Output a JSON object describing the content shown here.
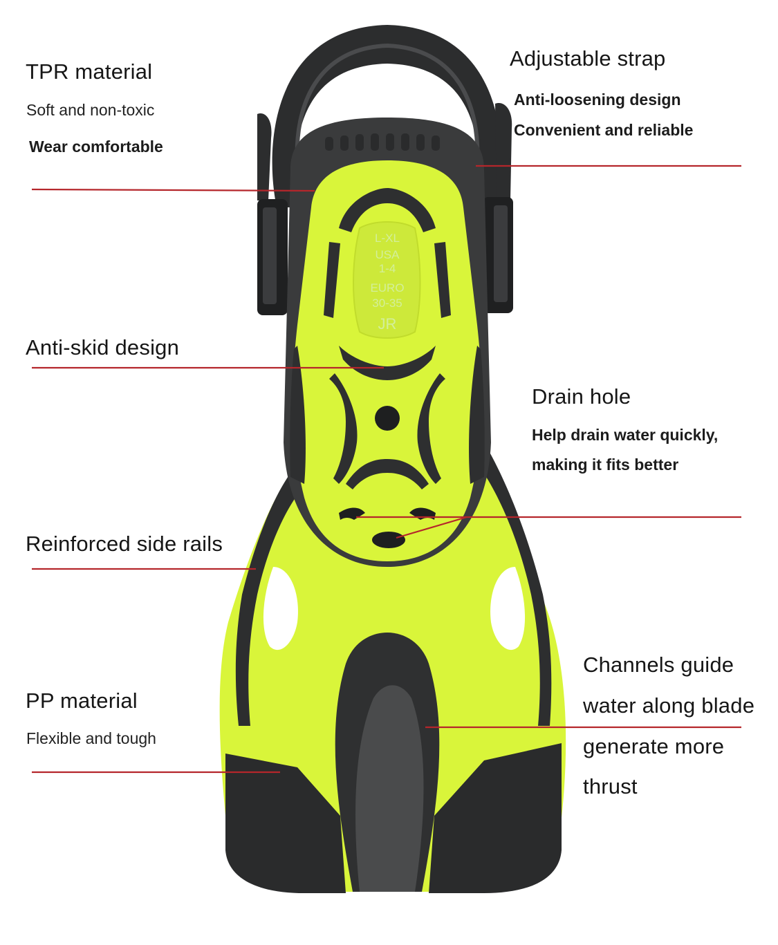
{
  "colors": {
    "fin_yellow": "#d9f53a",
    "fin_yellow_shade": "#c8e62c",
    "rubber_dark": "#3a3b3c",
    "rubber_black": "#222324",
    "leader_line": "#b5262b",
    "text": "#1a1a1a"
  },
  "size_marking": {
    "size": "L-XL",
    "usa_label": "USA",
    "usa_range": "1-4",
    "euro_label": "EURO",
    "euro_range": "30-35",
    "junior": "JR"
  },
  "callouts": {
    "tpr": {
      "title": "TPR material",
      "line1": "Soft and non-toxic",
      "line2": "Wear comfortable"
    },
    "strap": {
      "title": "Adjustable strap",
      "line1": "Anti-loosening design",
      "line2": "Convenient and reliable"
    },
    "antiskid": {
      "title": "Anti-skid design"
    },
    "drain": {
      "title": "Drain hole",
      "line1": "Help drain water quickly,",
      "line2": "making it fits better"
    },
    "rails": {
      "title": "Reinforced side rails"
    },
    "pp": {
      "title": "PP material",
      "line1": "Flexible and tough"
    },
    "channels": {
      "line1": "Channels guide",
      "line2": "water along blade",
      "line3": "generate more",
      "line4": "thrust"
    }
  }
}
